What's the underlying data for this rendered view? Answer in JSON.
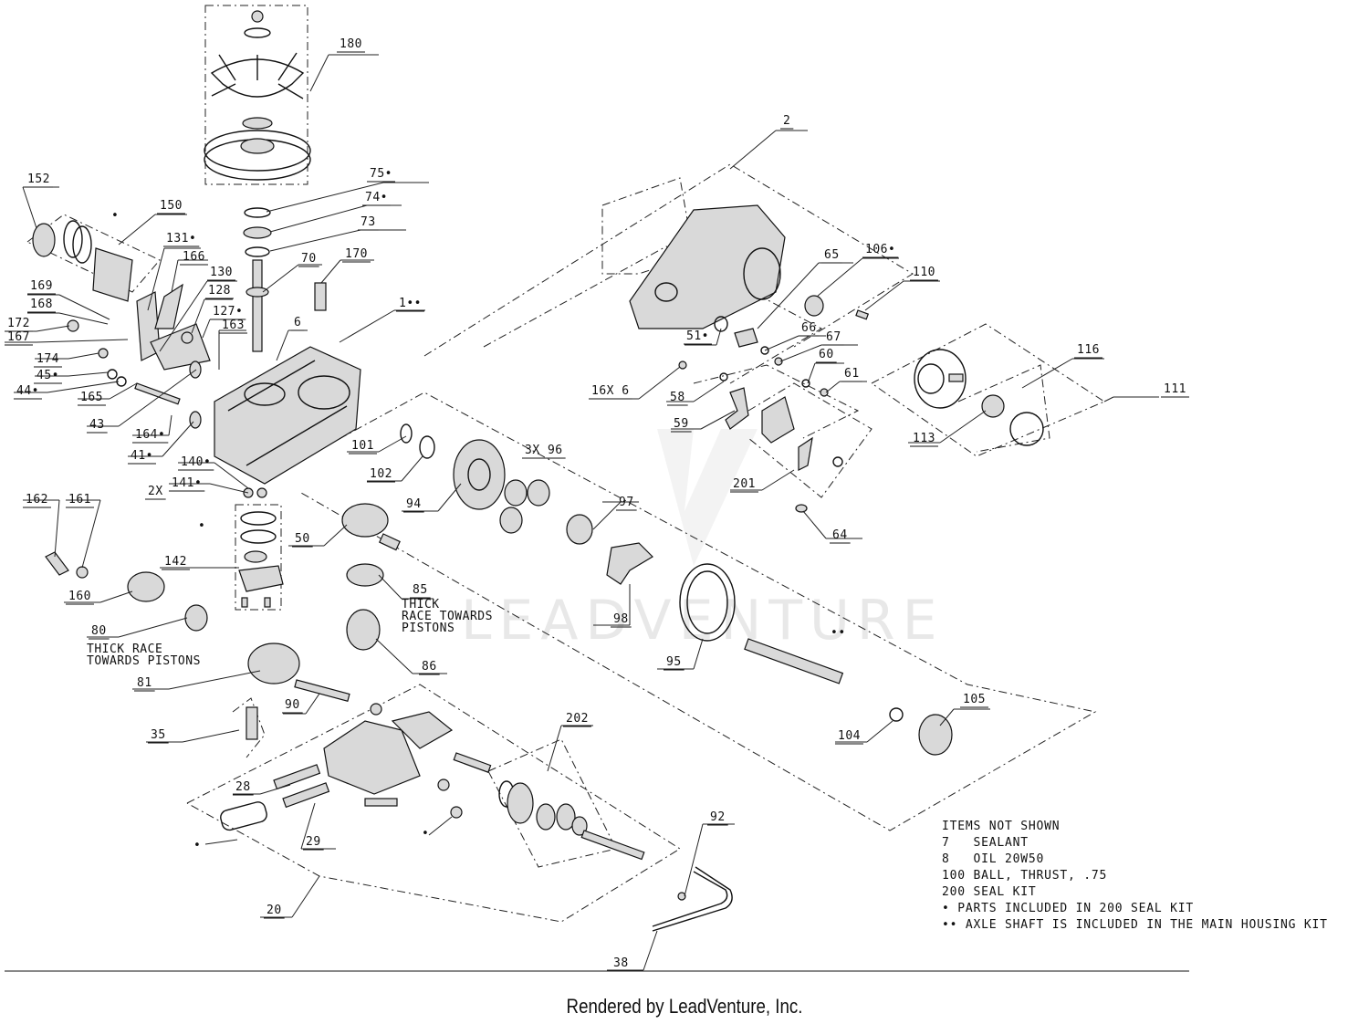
{
  "watermark": "LEADVENTURE",
  "credit": "Rendered by LeadVenture, Inc.",
  "notes": {
    "title": "ITEMS NOT SHOWN",
    "lines": [
      "7   SEALANT",
      "8   OIL 20W50",
      "100 BALL, THRUST, .75",
      "200 SEAL KIT",
      "• PARTS INCLUDED IN 200 SEAL KIT",
      "•• AXLE SHAFT IS INCLUDED IN THE MAIN HOUSING KIT"
    ]
  },
  "callouts": [
    "180",
    "75•",
    "74•",
    "73",
    "70",
    "170",
    "6",
    "1••",
    "152",
    "150",
    "131•",
    "166",
    "130",
    "128",
    "169",
    "168",
    "127•",
    "163",
    "172",
    "167",
    "174",
    "45•",
    "44•",
    "165",
    "43",
    "164•",
    "41•",
    "140•",
    "141•",
    "2X",
    "162",
    "161",
    "142",
    "160",
    "80",
    "81",
    "90",
    "35",
    "28",
    "29",
    "20",
    "101",
    "102",
    "94",
    "3X 96",
    "97",
    "50",
    "85",
    "86",
    "98",
    "95",
    "104",
    "105",
    "202",
    "92",
    "38",
    "2",
    "65",
    "106•",
    "110",
    "66",
    "67",
    "60",
    "61",
    "51•",
    "16X 6",
    "58",
    "59",
    "201",
    "64",
    "111",
    "116",
    "113"
  ],
  "annotations": {
    "thick_race_85": [
      "THICK",
      "RACE TOWARDS",
      "PISTONS"
    ],
    "thick_race_80": [
      "THICK RACE",
      "TOWARDS PISTONS"
    ],
    "axle_marker": "••",
    "seal_marker": "•"
  }
}
